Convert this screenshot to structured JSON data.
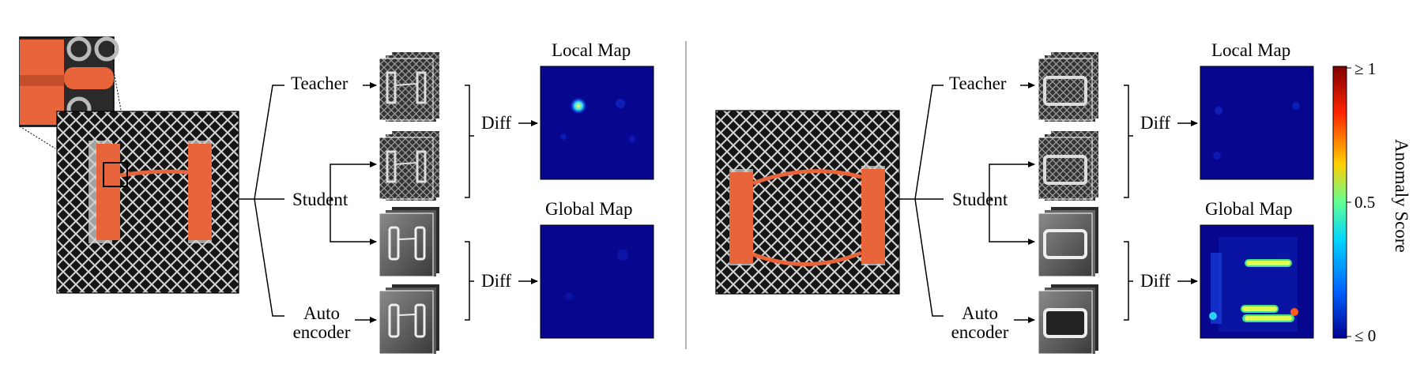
{
  "panels": [
    {
      "teacher": "Teacher",
      "student": "Student",
      "autoencoder_line1": "Auto",
      "autoencoder_line2": "encoder",
      "diff_local": "Diff",
      "diff_global": "Diff",
      "local_map_title": "Local Map",
      "global_map_title": "Global Map"
    },
    {
      "teacher": "Teacher",
      "student": "Student",
      "autoencoder_line1": "Auto",
      "autoencoder_line2": "encoder",
      "diff_local": "Diff",
      "diff_global": "Diff",
      "local_map_title": "Local Map",
      "global_map_title": "Global Map"
    }
  ],
  "colorbar": {
    "title": "Anomaly Score",
    "tick_top": "≥ 1",
    "tick_mid": "0.5",
    "tick_bottom": "≤ 0",
    "colors": [
      "#7f0000",
      "#ff2400",
      "#ffd100",
      "#62ff95",
      "#00d4ff",
      "#0060ff",
      "#00008f"
    ]
  },
  "colors": {
    "map_background": "#06068e",
    "wire_orange": "#e8643a",
    "grid_dark": "#141414"
  }
}
